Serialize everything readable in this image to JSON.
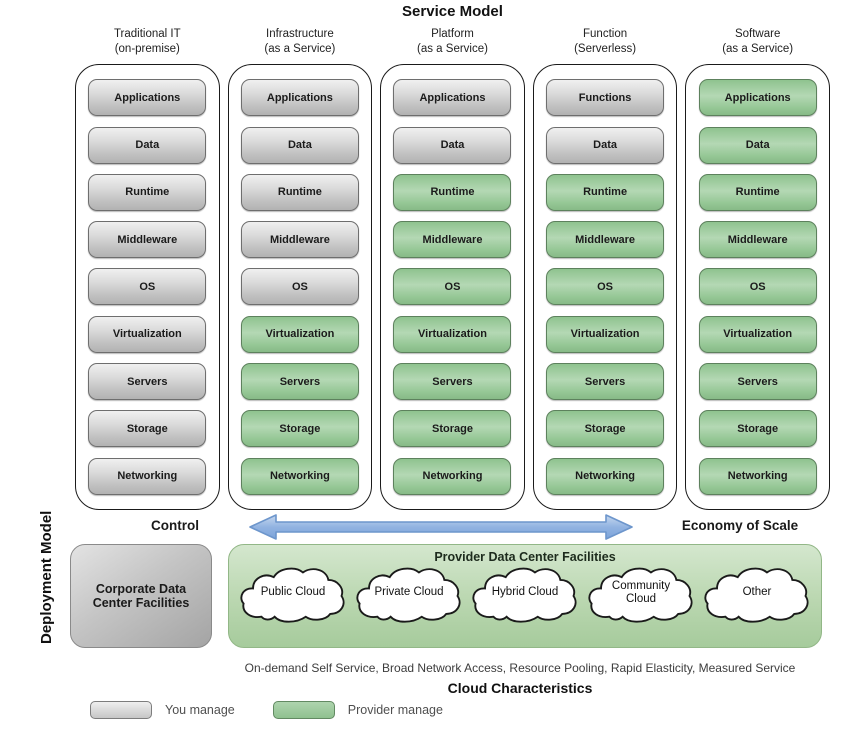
{
  "titles": {
    "service_model": "Service Model",
    "deployment_model": "Deployment Model",
    "control": "Control",
    "economy_of_scale": "Economy of Scale",
    "characteristics_line": "On-demand Self Service, Broad Network Access, Resource Pooling, Rapid Elasticity, Measured Service",
    "cloud_characteristics": "Cloud Characteristics"
  },
  "colors": {
    "you_manage_gray": "#c9c9c9",
    "provider_manage_green": "#9ac99a",
    "provider_facility_green": "#bcd8b2",
    "arrow_blue": "#8fb1e0",
    "border_dark": "#1a1a1a"
  },
  "service_columns": [
    {
      "id": "traditional-it",
      "header_line1": "Traditional IT",
      "header_line2": "(on-premise)",
      "boxes": [
        {
          "label": "Applications",
          "managed": "you"
        },
        {
          "label": "Data",
          "managed": "you"
        },
        {
          "label": "Runtime",
          "managed": "you"
        },
        {
          "label": "Middleware",
          "managed": "you"
        },
        {
          "label": "OS",
          "managed": "you"
        },
        {
          "label": "Virtualization",
          "managed": "you"
        },
        {
          "label": "Servers",
          "managed": "you"
        },
        {
          "label": "Storage",
          "managed": "you"
        },
        {
          "label": "Networking",
          "managed": "you"
        }
      ]
    },
    {
      "id": "iaas",
      "header_line1": "Infrastructure",
      "header_line2": "(as a Service)",
      "boxes": [
        {
          "label": "Applications",
          "managed": "you"
        },
        {
          "label": "Data",
          "managed": "you"
        },
        {
          "label": "Runtime",
          "managed": "you"
        },
        {
          "label": "Middleware",
          "managed": "you"
        },
        {
          "label": "OS",
          "managed": "you"
        },
        {
          "label": "Virtualization",
          "managed": "provider"
        },
        {
          "label": "Servers",
          "managed": "provider"
        },
        {
          "label": "Storage",
          "managed": "provider"
        },
        {
          "label": "Networking",
          "managed": "provider"
        }
      ]
    },
    {
      "id": "paas",
      "header_line1": "Platform",
      "header_line2": "(as a Service)",
      "boxes": [
        {
          "label": "Applications",
          "managed": "you"
        },
        {
          "label": "Data",
          "managed": "you"
        },
        {
          "label": "Runtime",
          "managed": "provider"
        },
        {
          "label": "Middleware",
          "managed": "provider"
        },
        {
          "label": "OS",
          "managed": "provider"
        },
        {
          "label": "Virtualization",
          "managed": "provider"
        },
        {
          "label": "Servers",
          "managed": "provider"
        },
        {
          "label": "Storage",
          "managed": "provider"
        },
        {
          "label": "Networking",
          "managed": "provider"
        }
      ]
    },
    {
      "id": "faas",
      "header_line1": "Function",
      "header_line2": "(Serverless)",
      "boxes": [
        {
          "label": "Functions",
          "managed": "you"
        },
        {
          "label": "Data",
          "managed": "you"
        },
        {
          "label": "Runtime",
          "managed": "provider"
        },
        {
          "label": "Middleware",
          "managed": "provider"
        },
        {
          "label": "OS",
          "managed": "provider"
        },
        {
          "label": "Virtualization",
          "managed": "provider"
        },
        {
          "label": "Servers",
          "managed": "provider"
        },
        {
          "label": "Storage",
          "managed": "provider"
        },
        {
          "label": "Networking",
          "managed": "provider"
        }
      ]
    },
    {
      "id": "saas",
      "header_line1": "Software",
      "header_line2": "(as a Service)",
      "boxes": [
        {
          "label": "Applications",
          "managed": "provider"
        },
        {
          "label": "Data",
          "managed": "provider"
        },
        {
          "label": "Runtime",
          "managed": "provider"
        },
        {
          "label": "Middleware",
          "managed": "provider"
        },
        {
          "label": "OS",
          "managed": "provider"
        },
        {
          "label": "Virtualization",
          "managed": "provider"
        },
        {
          "label": "Servers",
          "managed": "provider"
        },
        {
          "label": "Storage",
          "managed": "provider"
        },
        {
          "label": "Networking",
          "managed": "provider"
        }
      ]
    }
  ],
  "deployment": {
    "corporate_box_label": "Corporate Data Center Facilities",
    "provider_box_title": "Provider Data Center Facilities",
    "clouds": [
      "Public Cloud",
      "Private Cloud",
      "Hybrid Cloud",
      "Community Cloud",
      "Other"
    ]
  },
  "legend": [
    {
      "label": "You manage",
      "type": "you"
    },
    {
      "label": "Provider manage",
      "type": "provider"
    }
  ]
}
